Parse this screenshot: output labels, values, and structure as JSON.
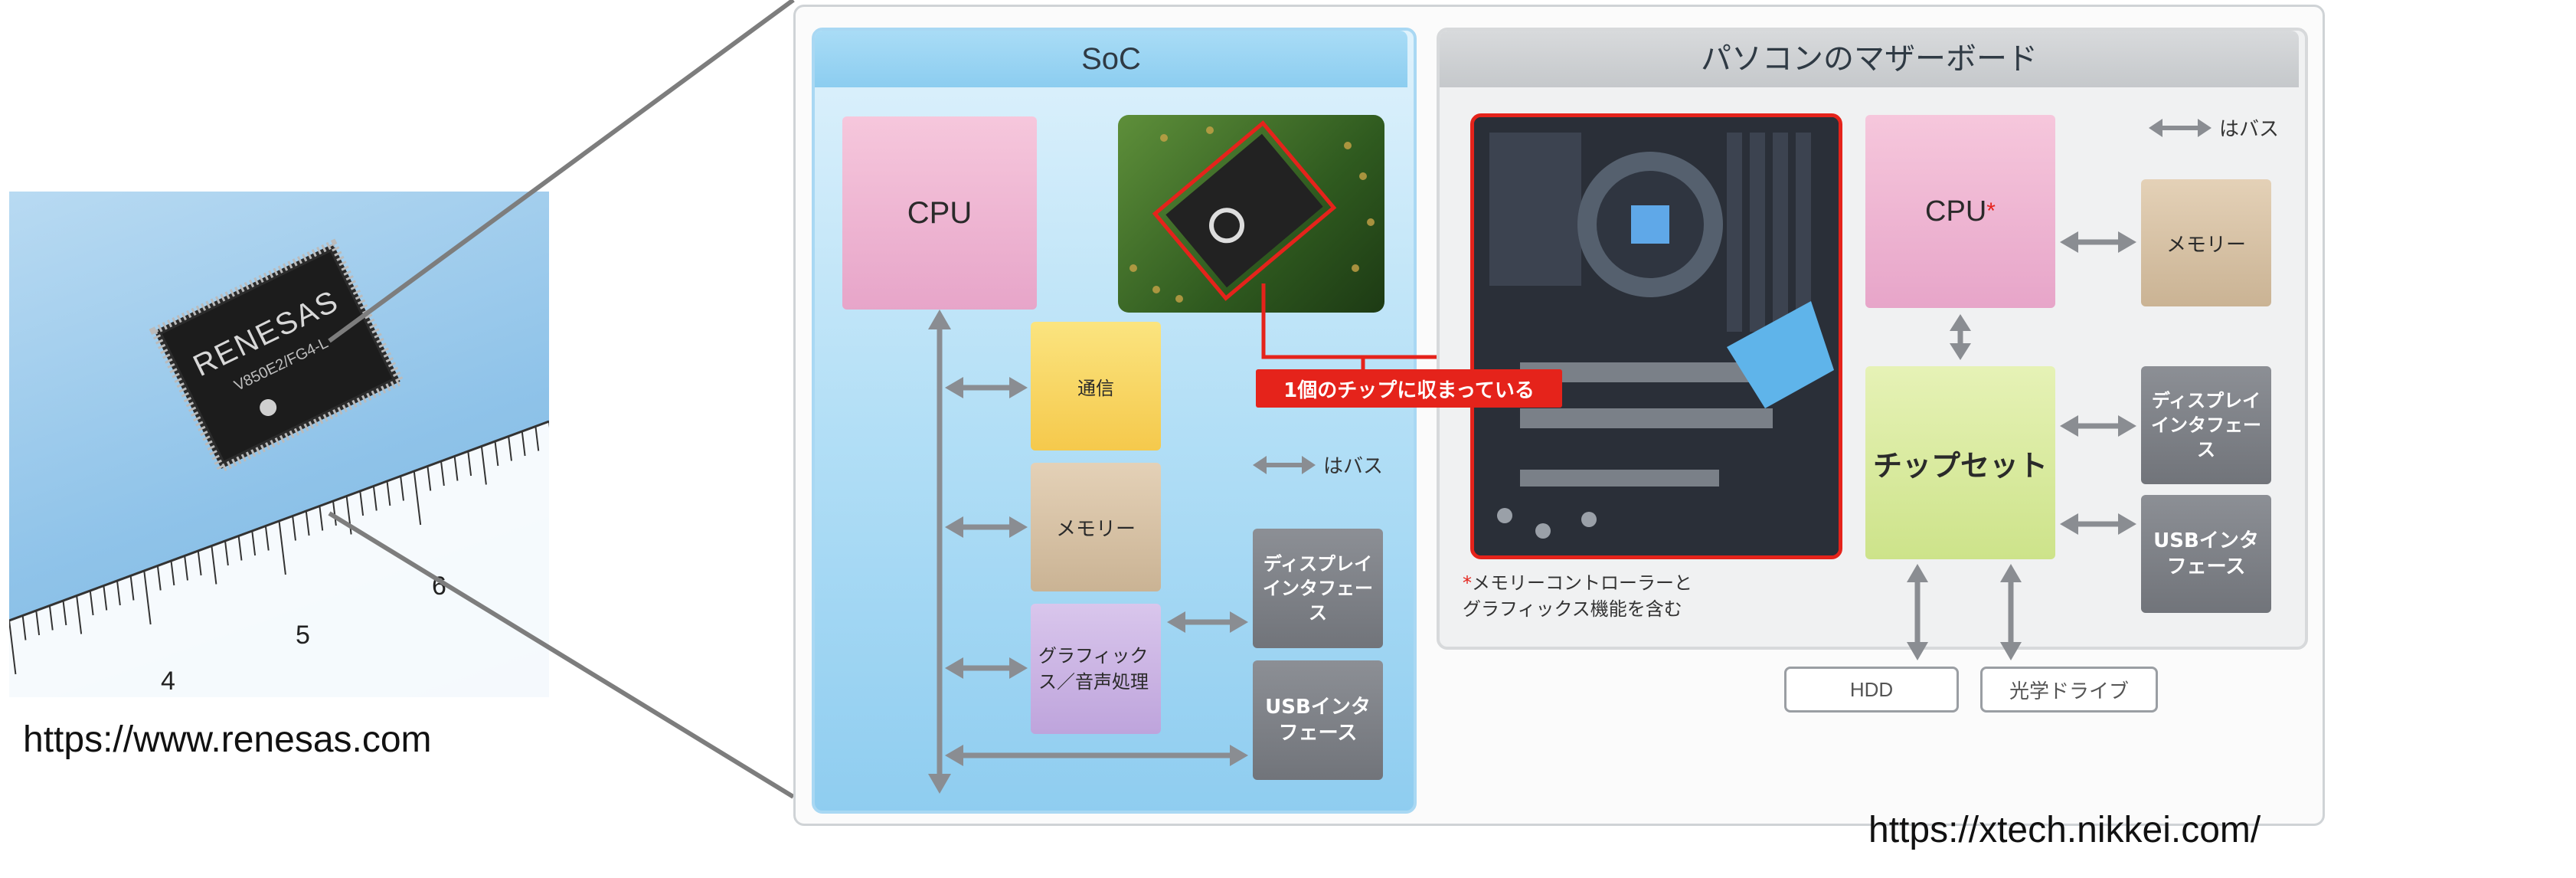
{
  "left_photo": {
    "chip_brand": "RENESAS",
    "chip_model": "V850E2/FG4-L",
    "ruler_numbers": [
      "4",
      "5",
      "6"
    ],
    "credit": "https://www.renesas.com"
  },
  "soc_panel": {
    "title": "SoC",
    "blocks": {
      "cpu": "CPU",
      "comms": "通信",
      "memory": "メモリー",
      "graphics": "グラフィックス／音声処理",
      "display_if": "ディスプレイインタフェース",
      "usb_if": "USBインタフェース"
    },
    "legend": "はバス"
  },
  "callout": "1個のチップに収まっている",
  "pc_panel": {
    "title": "パソコンのマザーボード",
    "blocks": {
      "cpu": "CPU",
      "cpu_mark": "*",
      "memory": "メモリー",
      "chipset": "チップセット",
      "display_if": "ディスプレイインタフェース",
      "usb_if": "USBインタフェース"
    },
    "legend": "はバス",
    "footnote_mark": "*",
    "footnote_line1": "メモリーコントローラーと",
    "footnote_line2": "グラフィックス機能を含む"
  },
  "external_devices": {
    "hdd": "HDD",
    "optical": "光学ドライブ"
  },
  "diagram_credit": "https://xtech.nikkei.com/",
  "colors": {
    "callout_red": "#e5231b",
    "soc_blue": "#8fcdf0",
    "bus_arrow": "#8a8d92"
  }
}
